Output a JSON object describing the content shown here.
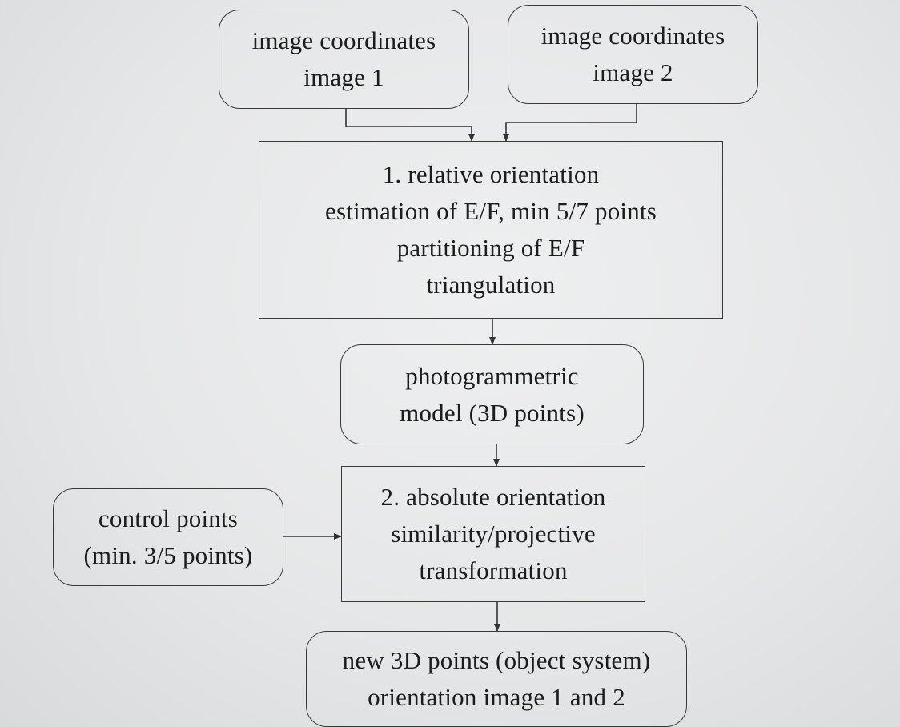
{
  "diagram": {
    "nodes": {
      "image1": {
        "lines": [
          "image coordinates",
          "image 1"
        ]
      },
      "image2": {
        "lines": [
          "image coordinates",
          "image 2"
        ]
      },
      "relative_orientation": {
        "lines": [
          "1. relative orientation",
          "estimation of E/F, min 5/7 points",
          "partitioning of E/F",
          "triangulation"
        ]
      },
      "photogrammetric_model": {
        "lines": [
          "photogrammetric",
          "model (3D points)"
        ]
      },
      "control_points": {
        "lines": [
          "control points",
          "(min. 3/5 points)"
        ]
      },
      "absolute_orientation": {
        "lines": [
          "2. absolute orientation",
          "similarity/projective",
          "transformation"
        ]
      },
      "result": {
        "lines": [
          "new 3D points (object system)",
          "orientation image 1 and 2"
        ]
      }
    },
    "edges": [
      {
        "from": "image1",
        "to": "relative_orientation"
      },
      {
        "from": "image2",
        "to": "relative_orientation"
      },
      {
        "from": "relative_orientation",
        "to": "photogrammetric_model"
      },
      {
        "from": "photogrammetric_model",
        "to": "absolute_orientation"
      },
      {
        "from": "control_points",
        "to": "absolute_orientation"
      },
      {
        "from": "absolute_orientation",
        "to": "result"
      }
    ]
  }
}
